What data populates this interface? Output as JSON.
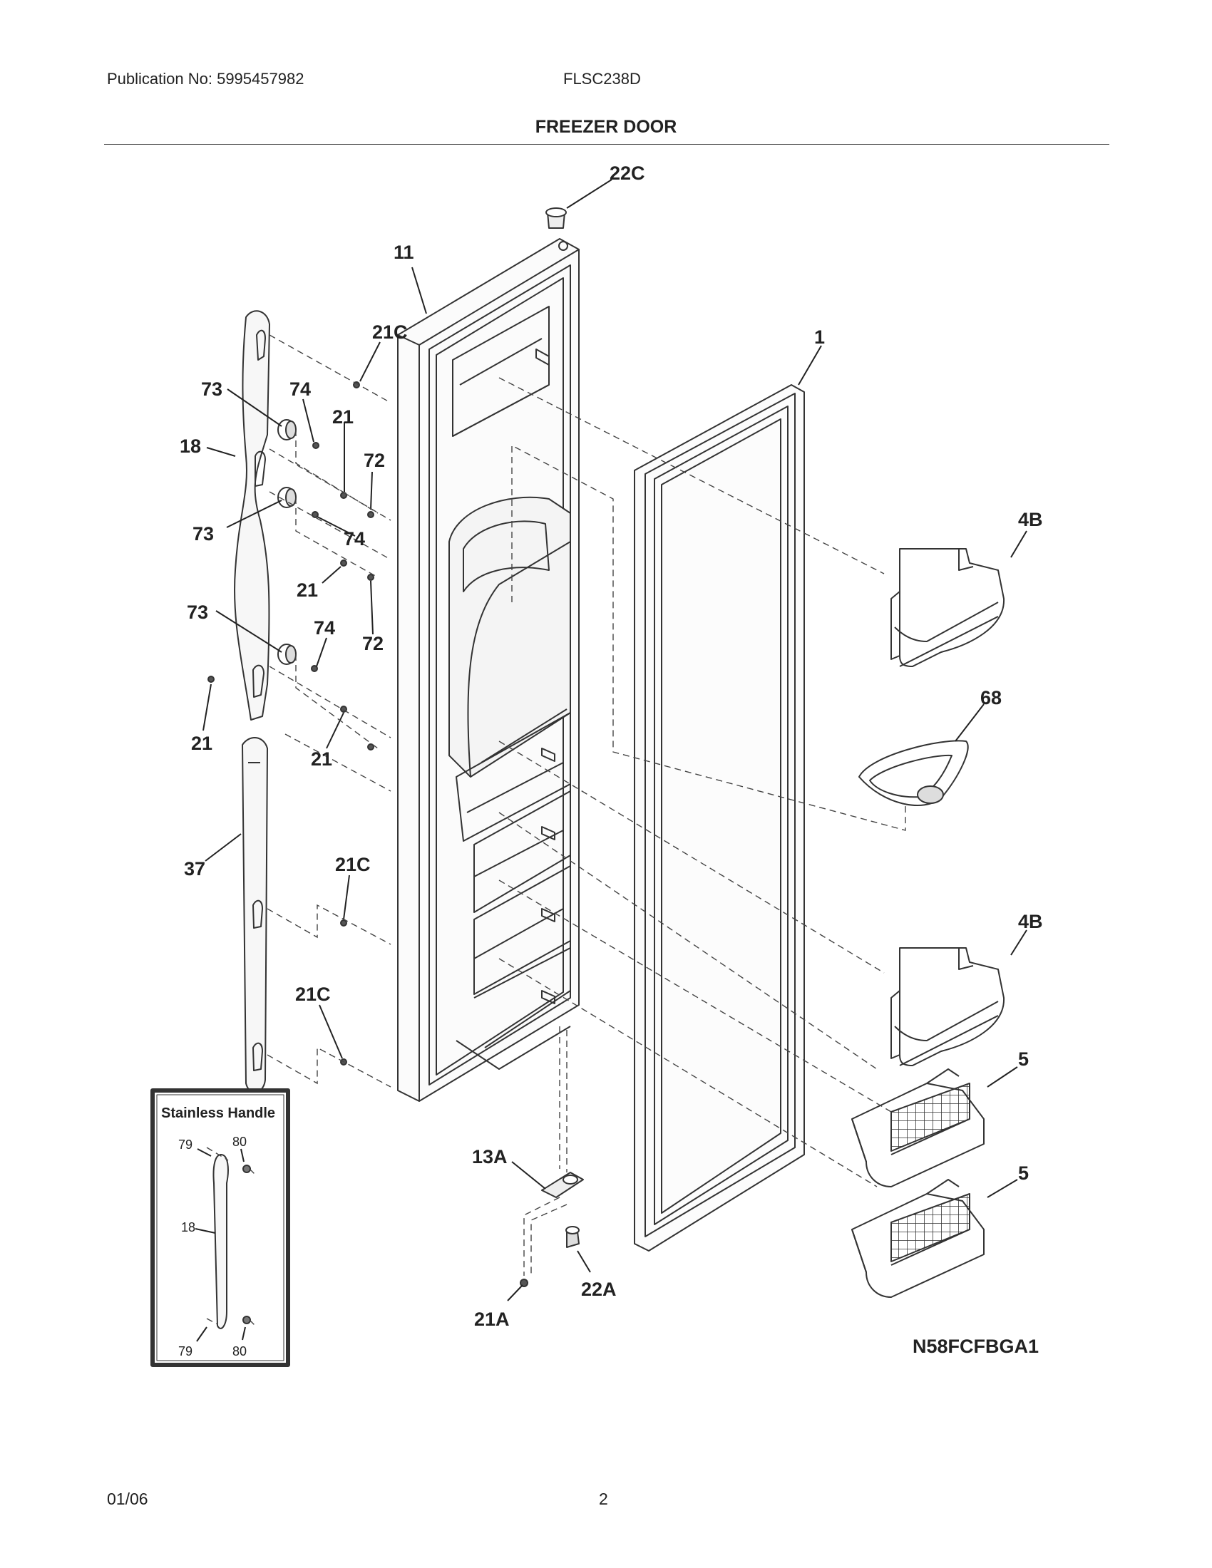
{
  "header": {
    "publication": "Publication No: 5995457982",
    "model": "FLSC238D",
    "title": "FREEZER DOOR"
  },
  "diagram": {
    "code": "N58FCFBGA1",
    "inset_title": "Stainless Handle",
    "labels": {
      "c22C": "22C",
      "c11": "11",
      "c21C_top": "21C",
      "c1": "1",
      "c73_a": "73",
      "c74_a": "74",
      "c21_a": "21",
      "c18": "18",
      "c72_a": "72",
      "c73_b": "73",
      "c74_b": "74",
      "c21_b": "21",
      "c73_c": "73",
      "c74_c": "74",
      "c72_b": "72",
      "c21_c": "21",
      "c21_d": "21",
      "c37": "37",
      "c21C_mid": "21C",
      "c21C_low": "21C",
      "c4B_a": "4B",
      "c68": "68",
      "c4B_b": "4B",
      "c5_a": "5",
      "c5_b": "5",
      "c13A": "13A",
      "c22A": "22A",
      "c21A": "21A",
      "i79_a": "79",
      "i80_a": "80",
      "i18": "18",
      "i79_b": "79",
      "i80_b": "80"
    }
  },
  "footer": {
    "date": "01/06",
    "page": "2"
  }
}
